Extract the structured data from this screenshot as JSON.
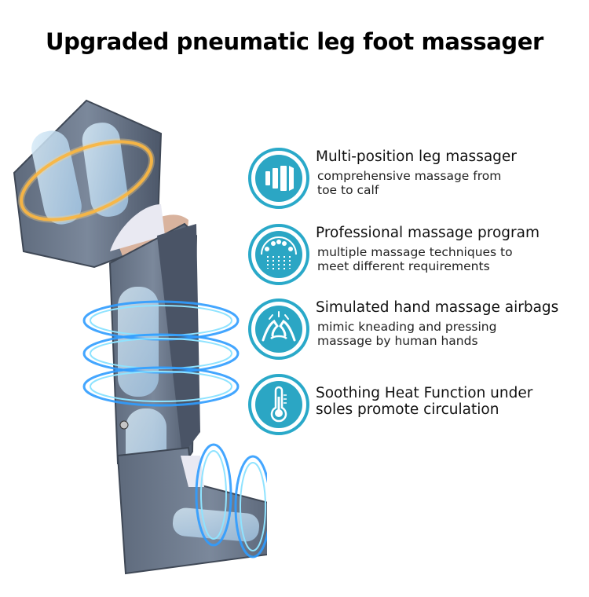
{
  "title": "Upgraded pneumatic leg foot massager",
  "brand_color": "#2aa9c9",
  "features": [
    {
      "icon": "airbag-bars-icon",
      "heading": "Multi-position leg massager",
      "desc_line1": "comprehensive massage from",
      "desc_line2": "toe to calf"
    },
    {
      "icon": "massage-program-icon",
      "heading": "Professional massage program",
      "desc_line1": "multiple massage techniques to",
      "desc_line2": "meet different requirements"
    },
    {
      "icon": "hand-massage-icon",
      "heading": "Simulated hand massage airbags",
      "desc_line1": "mimic kneading and pressing",
      "desc_line2": "massage by human hands"
    },
    {
      "icon": "thermometer-icon",
      "heading_line1": "Soothing Heat Function under",
      "heading_line2": "soles promote circulation"
    }
  ]
}
